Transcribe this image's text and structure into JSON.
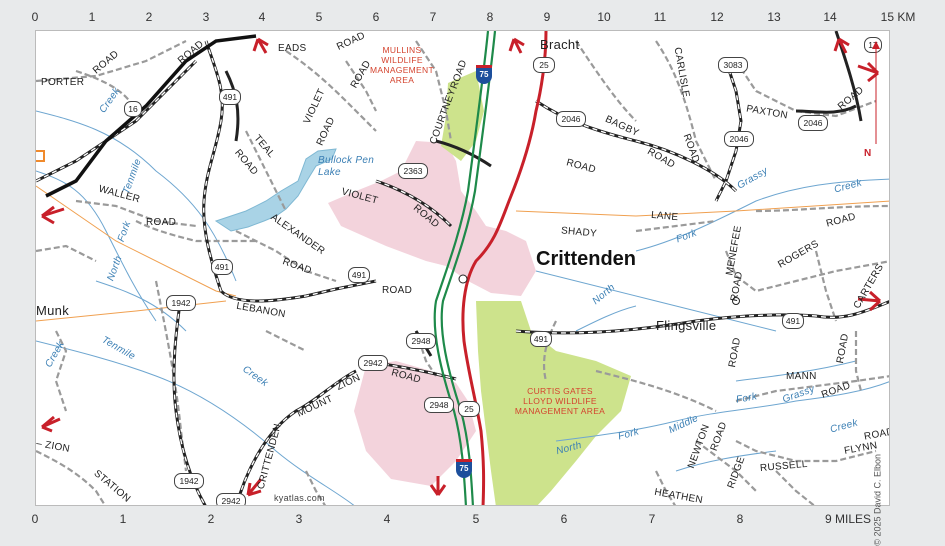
{
  "scale_km": {
    "ticks": [
      "0",
      "1",
      "2",
      "3",
      "4",
      "5",
      "6",
      "7",
      "8",
      "9",
      "10",
      "11",
      "12",
      "13",
      "14",
      "15 KM"
    ]
  },
  "scale_miles": {
    "ticks": [
      "0",
      "1",
      "2",
      "3",
      "4",
      "5",
      "6",
      "7",
      "8",
      "9 MILES"
    ]
  },
  "places": {
    "bracht": "Bracht",
    "crittenden": "Crittenden",
    "flingsville": "Flingsville",
    "munk": "Munk"
  },
  "wma": {
    "mullins": "MULLINS WILDLIFE MANAGEMENT AREA",
    "curtis": "CURTIS GATES LLOYD WILDLIFE MANAGEMENT AREA"
  },
  "water": {
    "bullock": "Bullock Pen Lake",
    "creek1": "Creek",
    "tenmile1": "Tenmile",
    "north1": "North",
    "fork1": "Fork",
    "creek2": "Creek",
    "tenmile2": "Tenmile",
    "creek3": "Creek",
    "north2": "North",
    "fork2": "Fork",
    "grassy1": "Grassy",
    "creek4": "Creek",
    "north3": "North",
    "fork3": "Fork",
    "middle": "Middle",
    "fork4": "Fork",
    "grassy2": "Grassy",
    "creek5": "Creek"
  },
  "roads": {
    "eads": "EADS",
    "road_eads": "ROAD",
    "porter": "PORTER",
    "road_porter": "ROAD",
    "road_top2": "ROAD",
    "road_top3": "ROAD",
    "violet_v": "VIOLET",
    "road_violet_v": "ROAD",
    "courtney": "COURTNEY",
    "road_courtney": "ROAD",
    "carlisle": "CARLISLE",
    "road_carlisle": "ROAD",
    "paxton": "PAXTON",
    "road_paxton": "ROAD",
    "bagby": "BAGBY",
    "road_bagby": "ROAD",
    "teal": "TEAL",
    "road_teal": "ROAD",
    "waller": "WALLER",
    "road_waller": "ROAD",
    "violet": "VIOLET",
    "road_violet": "ROAD",
    "lane": "LANE",
    "shady": "SHADY",
    "alexander": "ALEXANDER",
    "road_alexander": "ROAD",
    "road_491": "ROAD",
    "lebanon": "LEBANON",
    "menefee": "MENEFEE",
    "road_menefee": "ROAD",
    "rogers": "ROGERS",
    "road_rogers": "ROAD",
    "carters": "CARTERS",
    "road_right": "ROAD",
    "mount": "MOUNT",
    "zion": "ZION",
    "road_zion": "ROAD",
    "crittenden_rd": "CRITTENDEN",
    "zion_left": "– ZION",
    "station": "STATION",
    "mann": "MANN",
    "road_mann": "ROAD",
    "newton": "NEWTON",
    "road_newton": "ROAD",
    "ridge": "RIDGE",
    "russell": "RUSSELL",
    "flynn": "FLYNN",
    "road_flynn": "ROAD",
    "heathen": "HEATHEN",
    "road_flings": "ROAD",
    "road_mid": "ROAD"
  },
  "shields": {
    "s17": "17",
    "s25a": "25",
    "s3083": "3083",
    "s2046a": "2046",
    "s2046b": "2046",
    "s2046c": "2046",
    "s16": "16",
    "s491a": "491",
    "s2363": "2363",
    "s491b": "491",
    "s491c": "491",
    "s1942a": "1942",
    "s2948a": "2948",
    "s491d": "491",
    "s491e": "491",
    "s2942a": "2942",
    "s2948b": "2948",
    "s25b": "25",
    "s1942b": "1942",
    "s2942b": "2942"
  },
  "interstate": {
    "i75a": "75",
    "i75b": "75"
  },
  "compass": "N",
  "credit": "© 2025 David C. Elbon",
  "site": "kyatlas.com",
  "colors": {
    "wma_green": "#cde38c",
    "pink": "#f3d3dc",
    "water": "#a9d3e6",
    "us25": "#c8202a",
    "i75": "#1e8a4a"
  }
}
